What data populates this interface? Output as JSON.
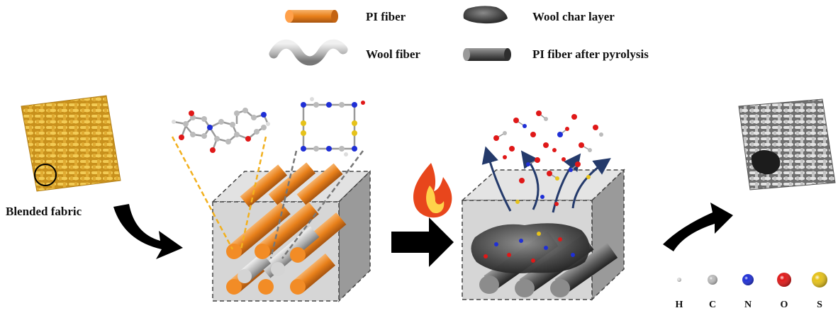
{
  "legend": {
    "pi_fiber": "PI fiber",
    "wool_fiber": "Wool fiber",
    "wool_char": "Wool char layer",
    "pi_pyrolysis": "PI fiber after pyrolysis"
  },
  "fabric_label": "Blended fabric",
  "atoms": [
    {
      "symbol": "H",
      "color": "#d8d8d8"
    },
    {
      "symbol": "C",
      "color": "#bdbdbd"
    },
    {
      "symbol": "N",
      "color": "#1f2fd6"
    },
    {
      "symbol": "O",
      "color": "#e01818"
    },
    {
      "symbol": "S",
      "color": "#e6c21a"
    }
  ],
  "colors": {
    "pi_orange": "#e8801a",
    "wool_gray": "#b9b9b9",
    "char_dark": "#3c3c3c",
    "fabric_gold": "#e3b53a",
    "fabric_gray": "#9a9a9a",
    "box_face": "#d6d6d6",
    "arrow_black": "#000000",
    "gas_arrow": "#243a6b"
  }
}
